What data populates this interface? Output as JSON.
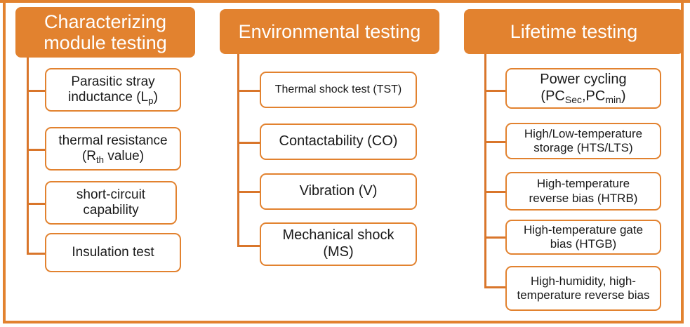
{
  "theme": {
    "accent_orange": "#E2822F",
    "connector_orange": "#D9762B",
    "header_text_color": "#FFFFFF",
    "box_text_color": "#1A1A1A",
    "background": "#FFFFFF"
  },
  "diagram": {
    "type": "tree-breakdown",
    "columns": [
      {
        "id": "characterizing-module-testing",
        "header": "Characterizing module testing",
        "items": [
          {
            "id": "parasitic-stray-inductance",
            "line1": "Parasitic stray",
            "line2_pre": "inductance (L",
            "line2_sub": "p",
            "line2_post": ")",
            "text": "Parasitic stray inductance (Lp)"
          },
          {
            "id": "thermal-resistance",
            "line1": "thermal resistance",
            "line2_pre": "(R",
            "line2_sub": "th",
            "line2_post": " value)",
            "text": "thermal resistance (Rth value)"
          },
          {
            "id": "short-circuit-capability",
            "line1": "short-circuit",
            "line2": "capability",
            "text": "short-circuit capability"
          },
          {
            "id": "insulation-test",
            "line1": "Insulation test",
            "text": "Insulation test"
          }
        ]
      },
      {
        "id": "environmental-testing",
        "header": "Environmental testing",
        "items": [
          {
            "id": "thermal-shock-test",
            "line1": "Thermal shock test (TST)",
            "text": "Thermal shock test (TST)"
          },
          {
            "id": "contactability",
            "line1": "Contactability (CO)",
            "text": "Contactability (CO)"
          },
          {
            "id": "vibration",
            "line1": "Vibration (V)",
            "text": "Vibration (V)"
          },
          {
            "id": "mechanical-shock",
            "line1": "Mechanical shock",
            "line2": "(MS)",
            "text": "Mechanical shock (MS)"
          }
        ]
      },
      {
        "id": "lifetime-testing",
        "header": "Lifetime testing",
        "items": [
          {
            "id": "power-cycling",
            "line1": "Power cycling",
            "line2_pre": "(PC",
            "line2_sub": "Sec",
            "line2_mid": ",PC",
            "line2_sub2": "min",
            "line2_post": ")",
            "text": "Power cycling (PCSec,PCmin)"
          },
          {
            "id": "high-low-temperature-storage",
            "line1": "High/Low-temperature",
            "line2": "storage (HTS/LTS)",
            "text": "High/Low-temperature storage (HTS/LTS)"
          },
          {
            "id": "high-temperature-reverse-bias",
            "line1": "High-temperature",
            "line2": "reverse bias (HTRB)",
            "text": "High-temperature reverse bias (HTRB)"
          },
          {
            "id": "high-temperature-gate-bias",
            "line1": "High-temperature gate",
            "line2": "bias (HTGB)",
            "text": "High-temperature gate bias (HTGB)"
          },
          {
            "id": "high-humidity-high-temperature-reverse-bias",
            "line1": "High-humidity, high-",
            "line2": "temperature reverse bias",
            "text": "High-humidity, high-temperature reverse bias"
          }
        ]
      }
    ]
  }
}
